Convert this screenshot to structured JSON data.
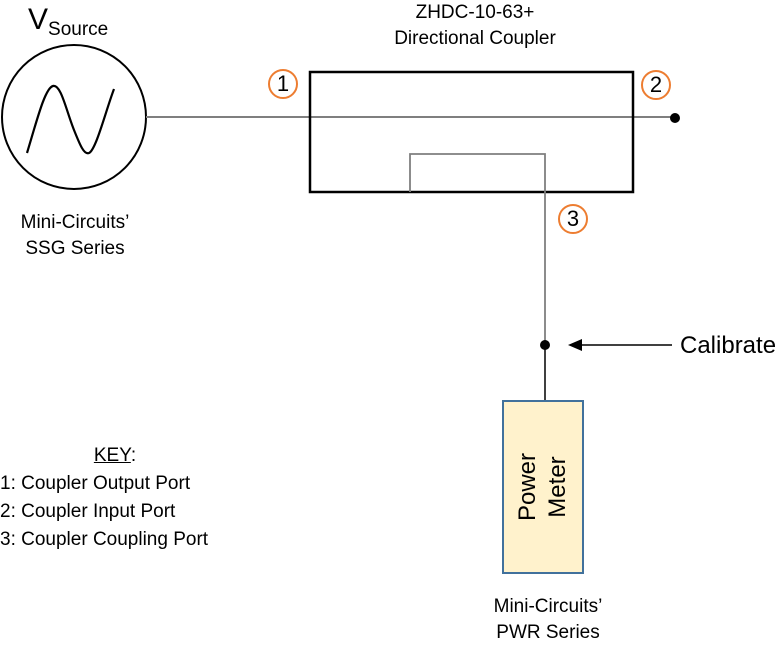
{
  "source": {
    "label_main": "V",
    "label_sub": "Source",
    "caption_line1": "Mini-Circuits’",
    "caption_line2": "SSG Series",
    "icon": "sine-wave-icon"
  },
  "coupler": {
    "title_line1": "ZHDC-10-63+",
    "title_line2": "Directional Coupler",
    "ports": [
      {
        "number": "1"
      },
      {
        "number": "2"
      },
      {
        "number": "3"
      }
    ],
    "badge_color": "#ED7D31"
  },
  "calibrate": {
    "label": "Calibrate"
  },
  "power_meter": {
    "line1": "Power",
    "line2": "Meter",
    "fill_color": "#FFF2CC",
    "border_color": "#41719C",
    "caption_line1": "Mini-Circuits’",
    "caption_line2": "PWR Series"
  },
  "key": {
    "title": "KEY",
    "title_suffix": ":",
    "items": [
      "1: Coupler Output Port",
      "2: Coupler Input Port",
      "3: Coupler Coupling Port"
    ]
  }
}
